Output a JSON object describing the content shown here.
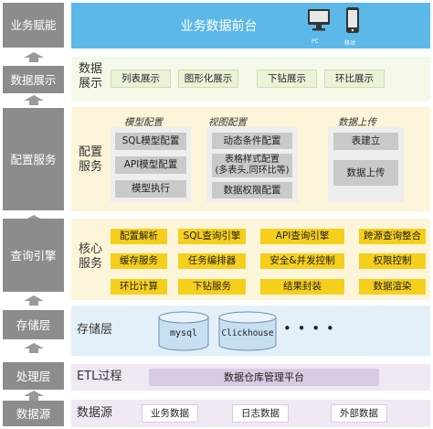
{
  "layers": {
    "biz": "业务赋能",
    "display": "数据展示",
    "config": "配置服务",
    "query": "查询引擎",
    "storage": "存储层",
    "process": "处理层",
    "source": "数据源"
  },
  "top": {
    "title": "业务数据前台",
    "pc_label": "PC",
    "mobile_label": "移动"
  },
  "display": {
    "title": "数据展示",
    "items": [
      "列表展示",
      "图形化展示",
      "下钻展示",
      "环比展示"
    ]
  },
  "config": {
    "title": "配置服务",
    "model": {
      "title": "模型配置",
      "items": [
        "SQL模型配置",
        "API模型配置",
        "模型执行"
      ]
    },
    "view": {
      "title": "视图配置",
      "items": [
        "动态条件配置",
        "表格样式配置\n(多表头,同环比等)",
        "数据权限配置"
      ]
    },
    "upload": {
      "title": "数据上传",
      "items": [
        "表建立",
        "数据上传"
      ]
    }
  },
  "core": {
    "title": "核心服务",
    "rows": [
      [
        "配置解析",
        "SQL查询引擎",
        "API查询引擎",
        "跨源查询整合"
      ],
      [
        "缓存服务",
        "任务编排器",
        "安全&并发控制",
        "权限控制"
      ],
      [
        "环比计算",
        "下钻服务",
        "结果封装",
        "数据渲染"
      ]
    ]
  },
  "storage": {
    "title": "存储层",
    "dbs": [
      "mysql",
      "Clickhouse"
    ],
    "more": "• • • •"
  },
  "etl": {
    "title": "ETL过程",
    "platform": "数据仓库管理平台"
  },
  "sources": {
    "title": "数据源",
    "items": [
      "业务数据",
      "日志数据",
      "外部数据"
    ]
  }
}
